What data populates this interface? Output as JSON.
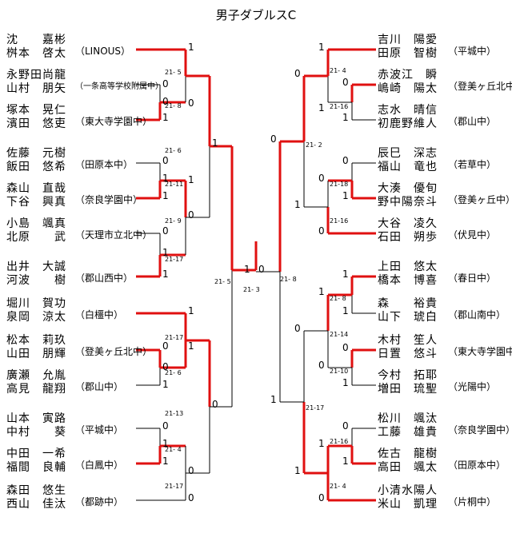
{
  "title": "男子ダブルスC",
  "colors": {
    "win": "#e01010",
    "lose": "#000000"
  },
  "left_teams": [
    {
      "p1": "沈　　嘉彬",
      "p2": "桝本　啓太",
      "school": "（LINOUS）"
    },
    {
      "p1": "永野田尚龍",
      "p2": "山村　朋矢",
      "school": "（一条高等学校附属中）"
    },
    {
      "p1": "塚本　晃仁",
      "p2": "濱田　悠吏",
      "school": "（東大寺学園中）"
    },
    {
      "p1": "佐藤　元樹",
      "p2": "飯田　悠希",
      "school": "（田原本中）"
    },
    {
      "p1": "森山　直哉",
      "p2": "下谷　興真",
      "school": "（奈良学園中）"
    },
    {
      "p1": "小島　颯真",
      "p2": "北原　　武",
      "school": "（天理市立北中）"
    },
    {
      "p1": "出井　大誠",
      "p2": "河波　　樹",
      "school": "（郡山西中）"
    },
    {
      "p1": "堀川　賀功",
      "p2": "泉岡　涼太",
      "school": "（白橿中）"
    },
    {
      "p1": "松本　莉玖",
      "p2": "山田　朋輝",
      "school": "（登美ヶ丘北中）"
    },
    {
      "p1": "廣瀬　允胤",
      "p2": "高見　龍翔",
      "school": "（郡山中）"
    },
    {
      "p1": "山本　寅路",
      "p2": "中村　　葵",
      "school": "（平城中）"
    },
    {
      "p1": "中田　一希",
      "p2": "福間　良輔",
      "school": "（白鳳中）"
    },
    {
      "p1": "森田　悠生",
      "p2": "西山　佳汰",
      "school": "（都跡中）"
    }
  ],
  "right_teams": [
    {
      "p1": "吉川　陽愛",
      "p2": "田原　智樹",
      "school": "（平城中）"
    },
    {
      "p1": "赤波江　瞬",
      "p2": "嶋崎　陽太",
      "school": "（登美ヶ丘北中）"
    },
    {
      "p1": "志水　晴信",
      "p2": "初鹿野維人",
      "school": "（郡山中）"
    },
    {
      "p1": "辰巳　深志",
      "p2": "福山　竜也",
      "school": "（若草中）"
    },
    {
      "p1": "大湊　優旬",
      "p2": "野中陽奈斗",
      "school": "（登美ヶ丘中）"
    },
    {
      "p1": "大谷　凌久",
      "p2": "石田　朔歩",
      "school": "（伏見中）"
    },
    {
      "p1": "上田　悠太",
      "p2": "橋本　博喜",
      "school": "（春日中）"
    },
    {
      "p1": "森　　裕貴",
      "p2": "山下　琥白",
      "school": "（郡山南中）"
    },
    {
      "p1": "木村　笙人",
      "p2": "日置　悠斗",
      "school": "（東大寺学園中）"
    },
    {
      "p1": "今村　拓耶",
      "p2": "増田　琉聖",
      "school": "（光陽中）"
    },
    {
      "p1": "松川　颯汰",
      "p2": "工藤　雄貴",
      "school": "（奈良学園中）"
    },
    {
      "p1": "佐古　龍樹",
      "p2": "高田　颯太",
      "school": "（田原本中）"
    },
    {
      "p1": "小清水陽人",
      "p2": "米山　凱理",
      "school": "（片桐中）"
    }
  ],
  "left_scores": [
    {
      "text": "1"
    },
    {
      "text": "0"
    },
    {
      "text": "1"
    },
    {
      "text": "0"
    },
    {
      "text": "1"
    },
    {
      "text": "0"
    },
    {
      "text": "1"
    },
    {
      "text": "1"
    },
    {
      "text": "0"
    },
    {
      "text": "1"
    },
    {
      "text": "0"
    },
    {
      "text": "1"
    },
    {
      "text": "0"
    },
    {
      "text": "0"
    },
    {
      "text": "1"
    },
    {
      "text": "1"
    },
    {
      "text": "0"
    },
    {
      "text": "1"
    },
    {
      "text": "0"
    },
    {
      "text": "1"
    },
    {
      "text": "0"
    },
    {
      "text": "1"
    },
    {
      "text": "0"
    },
    {
      "text": "1"
    },
    {
      "text": "0"
    }
  ],
  "right_scores": [
    {
      "text": "1"
    },
    {
      "text": "0"
    },
    {
      "text": "1"
    },
    {
      "text": "0"
    },
    {
      "text": "1"
    },
    {
      "text": "0"
    },
    {
      "text": "1"
    },
    {
      "text": "1"
    },
    {
      "text": "0"
    },
    {
      "text": "1"
    },
    {
      "text": "0"
    },
    {
      "text": "1"
    },
    {
      "text": "0"
    },
    {
      "text": "1"
    },
    {
      "text": "0"
    },
    {
      "text": "1"
    },
    {
      "text": "0"
    },
    {
      "text": "1"
    },
    {
      "text": "0"
    },
    {
      "text": "1"
    },
    {
      "text": "0"
    },
    {
      "text": "1"
    },
    {
      "text": "0"
    },
    {
      "text": "1"
    },
    {
      "text": "0"
    }
  ],
  "center_scores": [
    {
      "text": "1"
    },
    {
      "text": "0"
    }
  ],
  "match_numbers": [
    "21- 5",
    "21- 8",
    "21- 6",
    "21-11",
    "21- 9",
    "21-17",
    "21-17",
    "21- 6",
    "21-13",
    "21- 4",
    "21-17",
    "21- 5",
    "21- 3",
    "21- 4",
    "21-16",
    "21- 2",
    "21-18",
    "21-16",
    "21- 8",
    "21- 8",
    "21-14",
    "21-10",
    "21-17",
    "21-16",
    "21- 4"
  ]
}
